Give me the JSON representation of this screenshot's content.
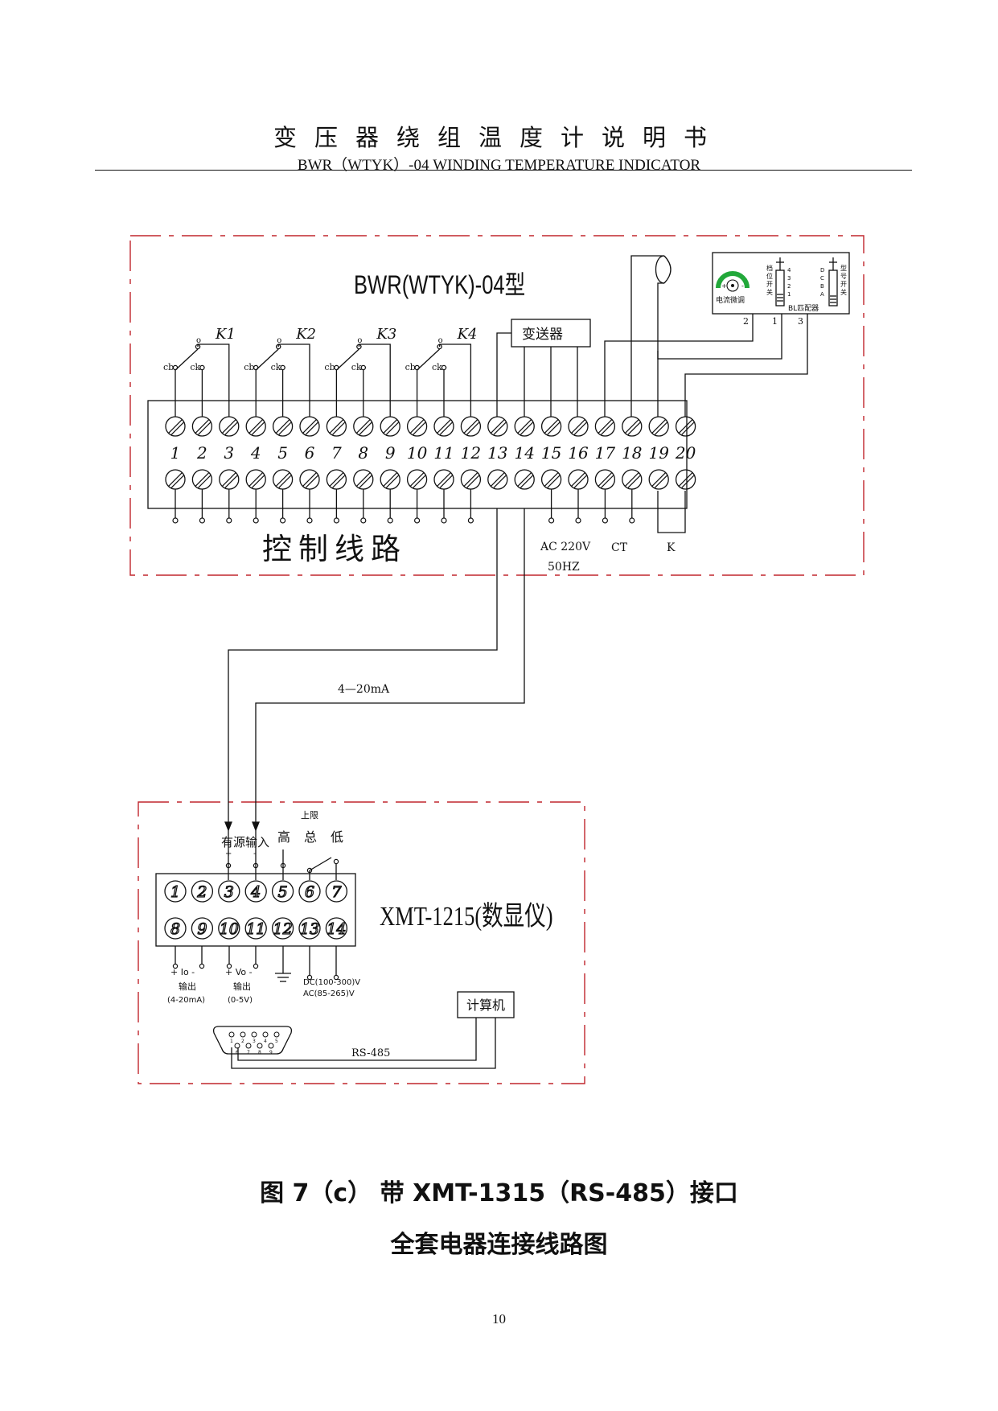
{
  "header": {
    "title_cn": "变压器绕组温度计说明书",
    "title_en": "BWR（WTYK）-04 WINDING TEMPERATURE INDICATOR"
  },
  "top_unit": {
    "model": "BWR(WTYK)-04型",
    "relays": [
      "K1",
      "K2",
      "K3",
      "K4"
    ],
    "relay_contact_labels": [
      "cb",
      "ck",
      "o"
    ],
    "transmitter": "变送器",
    "terminals": [
      "1",
      "2",
      "3",
      "4",
      "5",
      "6",
      "7",
      "8",
      "9",
      "10",
      "11",
      "12",
      "13",
      "14",
      "15",
      "16",
      "17",
      "18",
      "19",
      "20"
    ],
    "control_circuit": "控制线路",
    "power_label_1": "AC 220V",
    "power_label_2": "50HZ",
    "ct_label": "CT",
    "k_label": "K",
    "matcher": {
      "current_adjust": "电流微调",
      "gear_switch": [
        "档",
        "位",
        "开",
        "关"
      ],
      "gear_numbers": [
        "4",
        "3",
        "2",
        "1"
      ],
      "type_switch": [
        "型",
        "号",
        "开",
        "关"
      ],
      "type_letters": [
        "D",
        "C",
        "B",
        "A"
      ],
      "name": "BL匹配器",
      "pins": [
        "2",
        "1",
        "3"
      ]
    }
  },
  "signal_label": "4—20mA",
  "bottom_unit": {
    "title": "XMT-1215(数显仪)",
    "input_label": "有源输入",
    "high": "高",
    "total": "总",
    "low": "低",
    "upper_limit": "上限",
    "terminals_row1": [
      "1",
      "2",
      "3",
      "4",
      "5",
      "6",
      "7"
    ],
    "terminals_row2": [
      "8",
      "9",
      "10",
      "11",
      "12",
      "13",
      "14"
    ],
    "io_label": "+ Io -",
    "io_out": "输出",
    "io_range": "(4-20mA)",
    "vo_label": "+ Vo -",
    "vo_out": "输出",
    "vo_range": "(0-5V)",
    "power_dc": "DC(100-300)V",
    "power_ac": "AC(85-265)V",
    "computer": "计算机",
    "rs485": "RS-485",
    "db9_top": [
      "1",
      "2",
      "3",
      "4",
      "5"
    ],
    "db9_bottom": [
      "6",
      "7",
      "8",
      "9"
    ]
  },
  "caption": {
    "line1": "图 7（c） 带 XMT-1315（RS-485）接口",
    "line2": "全套电器连接线路图"
  },
  "page_number": "10",
  "colors": {
    "dashed_frame": "#c0262d",
    "line": "#111111",
    "gauge_green": "#22a83a"
  }
}
